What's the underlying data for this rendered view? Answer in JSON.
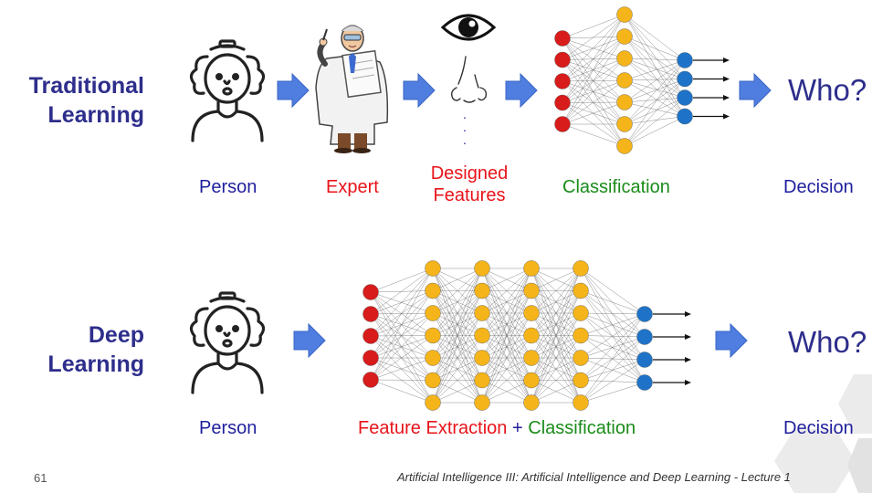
{
  "traditional": {
    "label_line1": "Traditional",
    "label_line2": "Learning",
    "captions": {
      "person": "Person",
      "expert": "Expert",
      "features_line1": "Designed",
      "features_line2": "Features",
      "classification": "Classification",
      "decision": "Decision"
    },
    "who": "Who?"
  },
  "deep": {
    "label_line1": "Deep",
    "label_line2": "Learning",
    "captions": {
      "person": "Person",
      "feature": "Feature",
      "extraction": "Extraction",
      "plus": "+",
      "classification": "Classification",
      "decision": "Decision"
    },
    "who": "Who?"
  },
  "footer": {
    "slide_number": "61",
    "text": "Artificial Intelligence III: Artificial Intelligence and Deep Learning - Lecture 1"
  },
  "colors": {
    "label": "#2e2e8c",
    "red": "#e8141a",
    "green": "#1a8c1a",
    "blue_text": "#1f1f9e",
    "arrow": "#4f7ee0",
    "input_node": "#d81b1b",
    "hidden_node": "#f4b41a",
    "output_node": "#1e73c8"
  },
  "icons": [
    "person-icon",
    "expert-scientist-icon",
    "eye-icon",
    "nose-icon",
    "neural-network-icon",
    "arrow-right-icon"
  ]
}
